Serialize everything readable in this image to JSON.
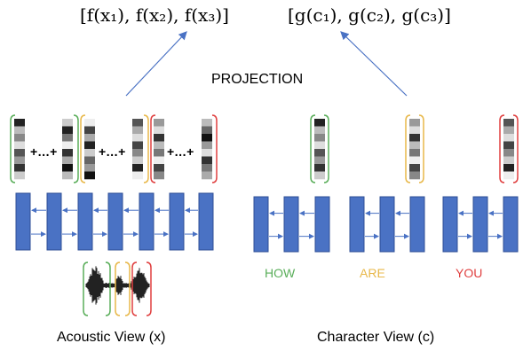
{
  "formulas": {
    "f_set": "[f(x₁), f(x₂), f(x₃)]",
    "g_set": "[g(c₁), g(c₂), g(c₃)]"
  },
  "projection_label": "PROJECTION",
  "ellipsis": "+…+",
  "words": [
    {
      "text": "HOW",
      "color": "#5aae5a"
    },
    {
      "text": "ARE",
      "color": "#e8b84a"
    },
    {
      "text": "YOU",
      "color": "#e04040"
    }
  ],
  "views": {
    "acoustic": "Acoustic View (x)",
    "character": "Character View (c)"
  },
  "colors": {
    "arrow": "#4a72c4",
    "cell_fill": "#4a72c4",
    "cell_stroke": "#2f4f96",
    "green": "#5aae5a",
    "yellow": "#e8b84a",
    "red": "#e04040"
  }
}
